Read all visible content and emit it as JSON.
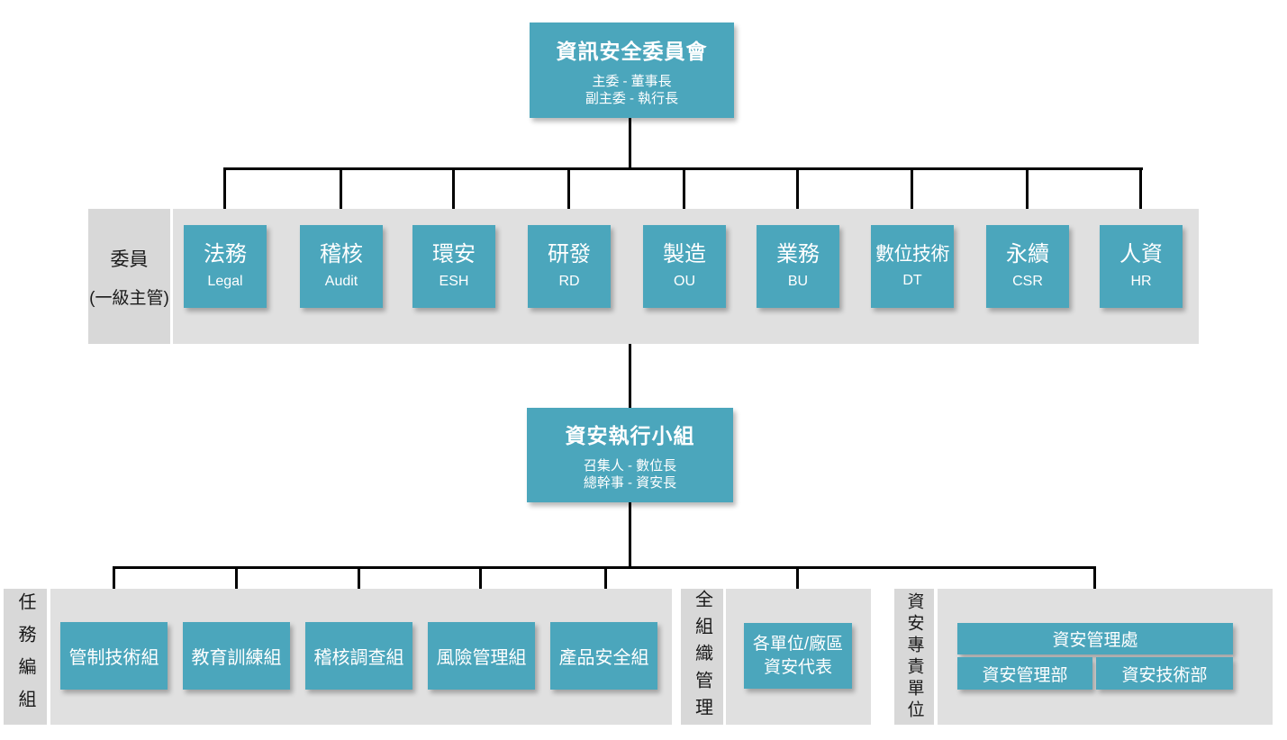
{
  "colors": {
    "box_teal": "#4BA6BC",
    "panel_gray": "#E0E0E0",
    "band_gray": "#D8D8D8",
    "line_black": "#000000",
    "text_on_teal": "#FFFFFF",
    "text_dark": "#1A1A1A"
  },
  "root_committee": {
    "title": "資訊安全委員會",
    "subtitle1": "主委 - 董事長",
    "subtitle2": "副主委 - 執行長"
  },
  "committee": {
    "label_line1": "委員",
    "label_line2": "(一級主管)",
    "members": [
      {
        "name": "法務",
        "abbr": "Legal"
      },
      {
        "name": "稽核",
        "abbr": "Audit"
      },
      {
        "name": "環安",
        "abbr": "ESH"
      },
      {
        "name": "研發",
        "abbr": "RD"
      },
      {
        "name": "製造",
        "abbr": "OU"
      },
      {
        "name": "業務",
        "abbr": "BU"
      },
      {
        "name": "數位技術",
        "abbr": "DT"
      },
      {
        "name": "永續",
        "abbr": "CSR"
      },
      {
        "name": "人資",
        "abbr": "HR"
      }
    ]
  },
  "exec_team": {
    "title": "資安執行小組",
    "subtitle1": "召集人 - 數位長",
    "subtitle2": "總幹事 - 資安長"
  },
  "task_groups": {
    "label": "任務編組",
    "groups": [
      {
        "name": "管制技術組"
      },
      {
        "name": "教育訓練組"
      },
      {
        "name": "稽核調查組"
      },
      {
        "name": "風險管理組"
      },
      {
        "name": "產品安全組"
      }
    ]
  },
  "org_wide": {
    "label": "全組織管理",
    "rep_line1": "各單位/廠區",
    "rep_line2": "資安代表"
  },
  "dedicated_unit": {
    "label": "資安專責單位",
    "division": "資安管理處",
    "dept1": "資安管理部",
    "dept2": "資安技術部"
  }
}
